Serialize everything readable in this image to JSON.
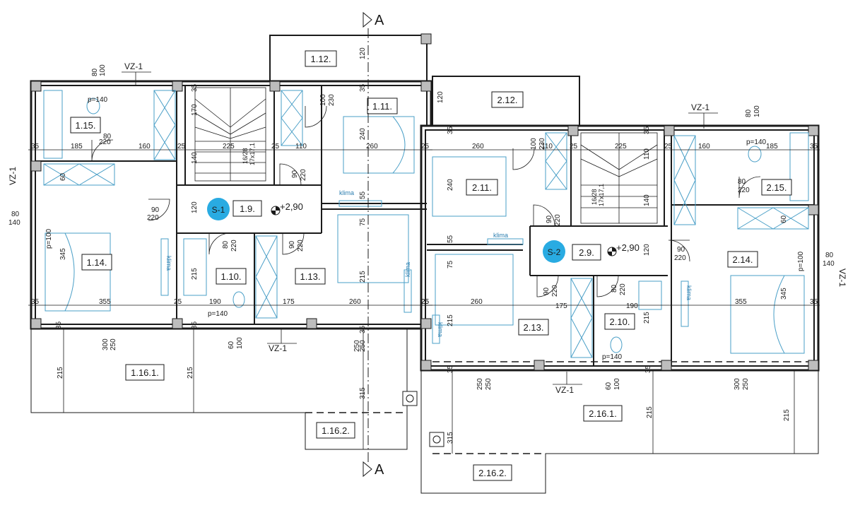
{
  "rooms": [
    {
      "label": "1.12."
    },
    {
      "label": "1.11."
    },
    {
      "label": "1.15."
    },
    {
      "label": "1.9."
    },
    {
      "label": "1.14."
    },
    {
      "label": "1.10."
    },
    {
      "label": "1.13."
    },
    {
      "label": "1.16.1."
    },
    {
      "label": "1.16.2."
    },
    {
      "label": "2.12."
    },
    {
      "label": "2.11."
    },
    {
      "label": "2.15."
    },
    {
      "label": "2.9."
    },
    {
      "label": "2.14."
    },
    {
      "label": "2.10."
    },
    {
      "label": "2.13."
    },
    {
      "label": "2.16.1."
    },
    {
      "label": "2.16.2."
    }
  ],
  "markers": {
    "s1": "S-1",
    "s2": "S-2",
    "elev1": "+2,90",
    "elev2": "+2,90"
  },
  "section": {
    "top": "A",
    "bottom": "A"
  },
  "vz": [
    "VZ-1",
    "VZ-1",
    "VZ-1",
    "VZ-1",
    "VZ-1",
    "VZ-1"
  ],
  "klima": "klima",
  "stairs": {
    "s1a": "16/28",
    "s1b": "17x17,1",
    "s2a": "16/28",
    "s2b": "17x17,1"
  },
  "dims": {
    "d80": "80",
    "d100": "100",
    "d140": "140",
    "d220": "220",
    "d230": "230",
    "d120": "120",
    "d35": "35",
    "d25": "25",
    "d185": "185",
    "d160": "160",
    "d225": "225",
    "d110": "110",
    "d260": "260",
    "d240": "240",
    "d170": "170",
    "d60": "60",
    "d90": "90",
    "d55": "55",
    "d75": "75",
    "d215": "215",
    "d345": "345",
    "d355": "355",
    "d190": "190",
    "d175": "175",
    "d250": "250",
    "d300": "300",
    "d315": "315",
    "p140": "p=140",
    "p100": "p=100"
  },
  "colors": {
    "line": "#1a1a1a",
    "furniture": "#4a9fc7",
    "marker": "#29abe2",
    "column": "#bdbdbd"
  }
}
